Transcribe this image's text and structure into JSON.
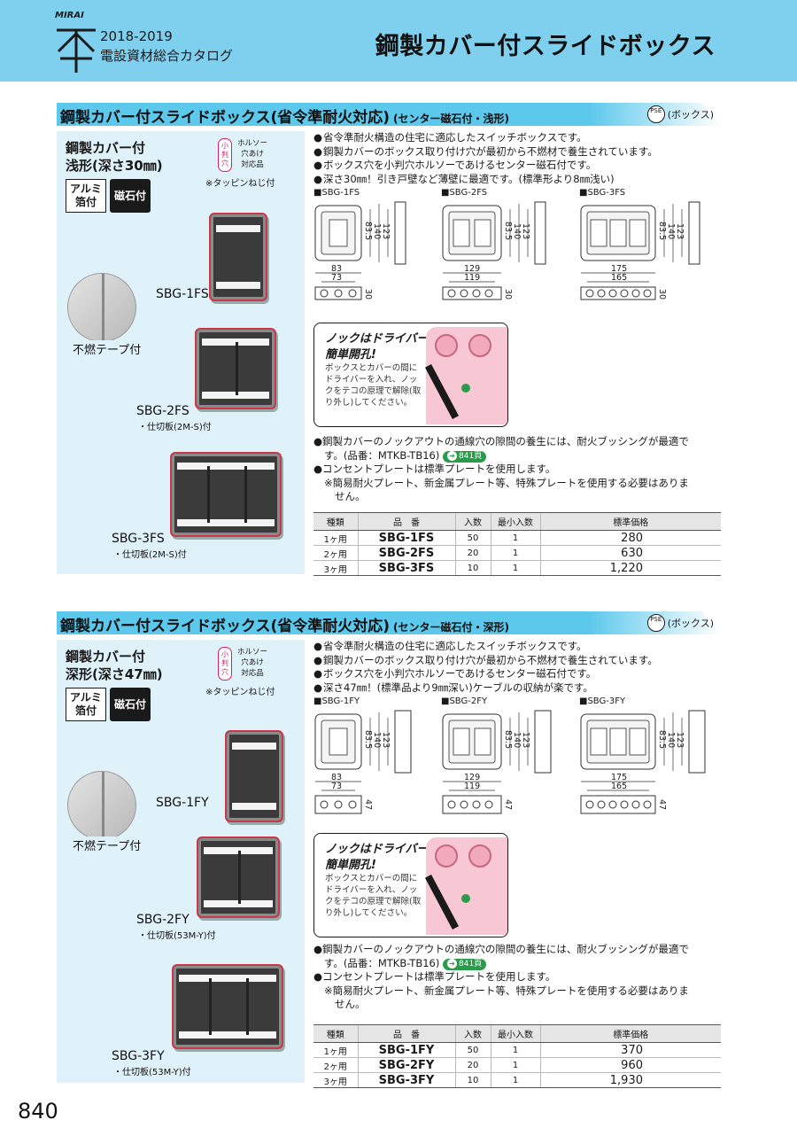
{
  "header": {
    "brand": "MIRAI",
    "catalog_year": "2018-2019",
    "catalog_name": "電設資材総合カタログ",
    "page_title": "鋼製カバー付スライドボックス"
  },
  "sections": [
    {
      "title": "鋼製カバー付スライドボックス(省令準耐火対応)",
      "subtitle": "(センター磁石付・浅形)",
      "pse_badge": "PSE",
      "pse_label": "(ボックス)",
      "product_name": "鋼製カバー付",
      "depth": "浅形(深さ30㎜)",
      "badge_al": "アルミ箔付",
      "badge_magnet": "磁石付",
      "badge_hole": "小判穴",
      "hole_note": [
        "ホルソー",
        "穴あけ",
        "対応品"
      ],
      "screw_note": "※タッピンねじ付",
      "wall_label": "不燃テープ付",
      "models": [
        {
          "name": "SBG-1FS",
          "sub": ""
        },
        {
          "name": "SBG-2FS",
          "sub": "・仕切板(2M-S)付"
        },
        {
          "name": "SBG-3FS",
          "sub": "・仕切板(2M-S)付"
        }
      ],
      "bullets": [
        "省令準耐火構造の住宅に適応したスイッチボックスです。",
        "鋼製カバーのボックス取り付け穴が最初から不燃材で養生されています。",
        "ボックス穴を小判穴ホルソーであけるセンター磁石付です。",
        "深さ30㎜！引き戸壁など薄壁に最適です。(標準形より8㎜浅い)"
      ],
      "diagrams": [
        {
          "label": "SBG-1FS",
          "w_outer": "83",
          "w_inner": "73",
          "h1": "83.5",
          "h2": "140",
          "h3": "123",
          "depth": "30"
        },
        {
          "label": "SBG-2FS",
          "w_outer": "129",
          "w_inner": "119",
          "h1": "83.5",
          "h2": "140",
          "h3": "123",
          "depth": "30"
        },
        {
          "label": "SBG-3FS",
          "w_outer": "175",
          "w_inner": "165",
          "h1": "83.5",
          "h2": "140",
          "h3": "123",
          "depth": "30"
        }
      ],
      "knock": {
        "title1": "ノックはドライバーで",
        "title2": "簡単開孔!",
        "desc": "ボックスとカバーの間にドライバーを入れ、ノックをテコの原理で解除(取り外し)してください。"
      },
      "notes": {
        "n1": "鋼製カバーのノックアウトの通線穴の隙間の養生には、耐火ブッシングが最適で",
        "n1b": "す。(品番：MTKB-TB16)",
        "ref": "841頁",
        "n2": "コンセントプレートは標準プレートを使用します。",
        "n3": "※簡易耐火プレート、新金属プレート等、特殊プレートを使用する必要はありま",
        "n3b": "せん。"
      },
      "table": {
        "headers": [
          "種類",
          "品　番",
          "入数",
          "最小入数",
          "標準価格"
        ],
        "rows": [
          [
            "1ヶ用",
            "SBG-1FS",
            "50",
            "1",
            "280"
          ],
          [
            "2ヶ用",
            "SBG-2FS",
            "20",
            "1",
            "630"
          ],
          [
            "3ヶ用",
            "SBG-3FS",
            "10",
            "1",
            "1,220"
          ]
        ]
      }
    },
    {
      "title": "鋼製カバー付スライドボックス(省令準耐火対応)",
      "subtitle": "(センター磁石付・深形)",
      "pse_badge": "PSE",
      "pse_label": "(ボックス)",
      "product_name": "鋼製カバー付",
      "depth": "深形(深さ47㎜)",
      "badge_al": "アルミ箔付",
      "badge_magnet": "磁石付",
      "badge_hole": "小判穴",
      "hole_note": [
        "ホルソー",
        "穴あけ",
        "対応品"
      ],
      "screw_note": "※タッピンねじ付",
      "wall_label": "不燃テープ付",
      "models": [
        {
          "name": "SBG-1FY",
          "sub": ""
        },
        {
          "name": "SBG-2FY",
          "sub": "・仕切板(53M-Y)付"
        },
        {
          "name": "SBG-3FY",
          "sub": "・仕切板(53M-Y)付"
        }
      ],
      "bullets": [
        "省令準耐火構造の住宅に適応したスイッチボックスです。",
        "鋼製カバーのボックス取り付け穴が最初から不燃材で養生されています。",
        "ボックス穴を小判穴ホルソーであけるセンター磁石付です。",
        "深さ47㎜！(標準品より9㎜深い)ケーブルの収納が楽です。"
      ],
      "diagrams": [
        {
          "label": "SBG-1FY",
          "w_outer": "83",
          "w_inner": "73",
          "h1": "83.5",
          "h2": "140",
          "h3": "123",
          "depth": "47"
        },
        {
          "label": "SBG-2FY",
          "w_outer": "129",
          "w_inner": "119",
          "h1": "83.5",
          "h2": "140",
          "h3": "123",
          "depth": "47"
        },
        {
          "label": "SBG-3FY",
          "w_outer": "175",
          "w_inner": "165",
          "h1": "83.5",
          "h2": "140",
          "h3": "123",
          "depth": "47"
        }
      ],
      "knock": {
        "title1": "ノックはドライバーで",
        "title2": "簡単開孔!",
        "desc": "ボックスとカバーの間にドライバーを入れ、ノックをテコの原理で解除(取り外し)してください。"
      },
      "notes": {
        "n1": "鋼製カバーのノックアウトの通線穴の隙間の養生には、耐火ブッシングが最適で",
        "n1b": "す。(品番：MTKB-TB16)",
        "ref": "841頁",
        "n2": "コンセントプレートは標準プレートを使用します。",
        "n3": "※簡易耐火プレート、新金属プレート等、特殊プレートを使用する必要はありま",
        "n3b": "せん。"
      },
      "table": {
        "headers": [
          "種類",
          "品　番",
          "入数",
          "最小入数",
          "標準価格"
        ],
        "rows": [
          [
            "1ヶ用",
            "SBG-1FY",
            "50",
            "1",
            "370"
          ],
          [
            "2ヶ用",
            "SBG-2FY",
            "20",
            "1",
            "960"
          ],
          [
            "3ヶ用",
            "SBG-3FY",
            "10",
            "1",
            "1,930"
          ]
        ]
      }
    }
  ],
  "page_number": "840"
}
